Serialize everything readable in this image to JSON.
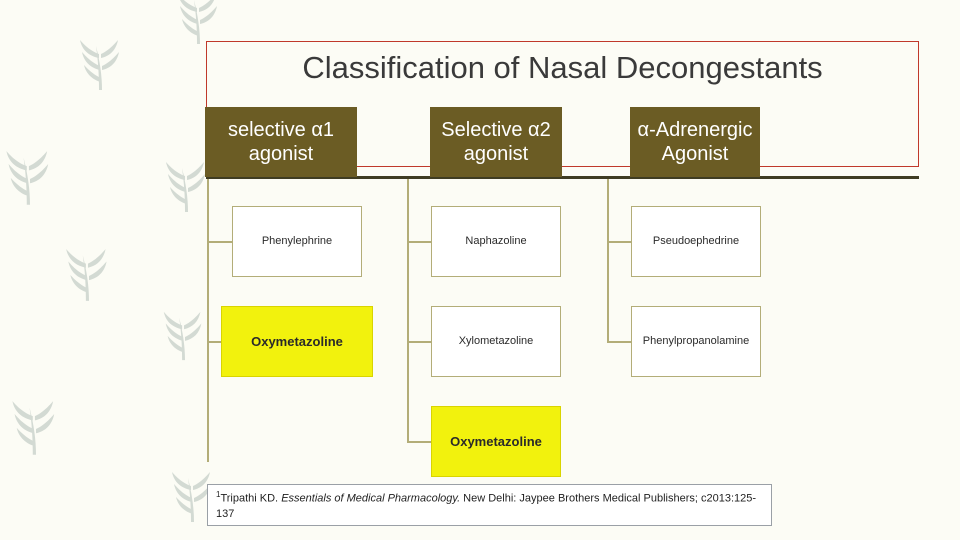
{
  "title": "Classification of Nasal Decongestants",
  "headers": [
    {
      "label": "selective α1 agonist"
    },
    {
      "label": "Selective α2 agonist"
    },
    {
      "label": "α-Adrenergic Agonist"
    }
  ],
  "columns": [
    {
      "name": "selective-alpha1-agonist",
      "items": [
        {
          "label": "Phenylephrine",
          "highlight": false
        },
        {
          "label": "Oxymetazoline",
          "highlight": true
        }
      ]
    },
    {
      "name": "selective-alpha2-agonist",
      "items": [
        {
          "label": "Naphazoline",
          "highlight": false
        },
        {
          "label": "Xylometazoline",
          "highlight": false
        },
        {
          "label": "Oxymetazoline",
          "highlight": true
        }
      ]
    },
    {
      "name": "alpha-adrenergic-agonist",
      "items": [
        {
          "label": "Pseudoephedrine",
          "highlight": false
        },
        {
          "label": "Phenylpropanolamine",
          "highlight": false
        }
      ]
    }
  ],
  "citation": {
    "marker": "1",
    "author": "Tripathi KD. ",
    "work": "Essentials of Medical Pharmacology.",
    "rest": " New Delhi: Jaypee Brothers Medical Publishers; c2013:125-137"
  },
  "colors": {
    "header_bg": "#6b5c24",
    "highlight": "#f2f20d",
    "title_border": "#c0392b",
    "connector": "#b3ad78",
    "page_bg": "#fcfcf5"
  },
  "decor": {
    "leaf_icon": "leaf-ornament"
  }
}
